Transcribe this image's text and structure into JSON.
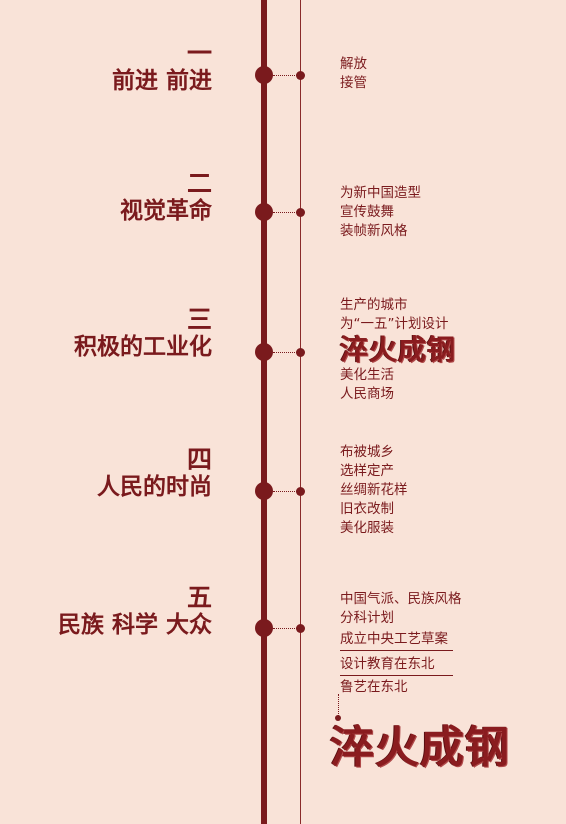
{
  "sections": [
    {
      "numeral": "一",
      "title": "前进 前进",
      "items": [
        "解放",
        "接管"
      ]
    },
    {
      "numeral": "二",
      "title": "视觉革命",
      "items": [
        "为新中国造型",
        "宣传鼓舞",
        "装帧新风格"
      ]
    },
    {
      "numeral": "三",
      "title": "积极的工业化",
      "items_before": [
        "生产的城市",
        "为“一五”计划设计"
      ],
      "highlight": "淬火成钢",
      "items_after": [
        "美化生活",
        "人民商场"
      ]
    },
    {
      "numeral": "四",
      "title": "人民的时尚",
      "items": [
        "布被城乡",
        "选样定产",
        "丝绸新花样",
        "旧衣改制",
        "美化服装"
      ]
    },
    {
      "numeral": "五",
      "title": "民族 科学 大众",
      "items": [
        "中国气派、民族风格",
        "分科计划",
        "成立中央工艺草案",
        "设计教育在东北",
        "鲁艺在东北"
      ]
    }
  ],
  "footer_highlight": "淬火成钢",
  "colors": {
    "background": "#f9e3d8",
    "accent": "#7a1a1d"
  }
}
